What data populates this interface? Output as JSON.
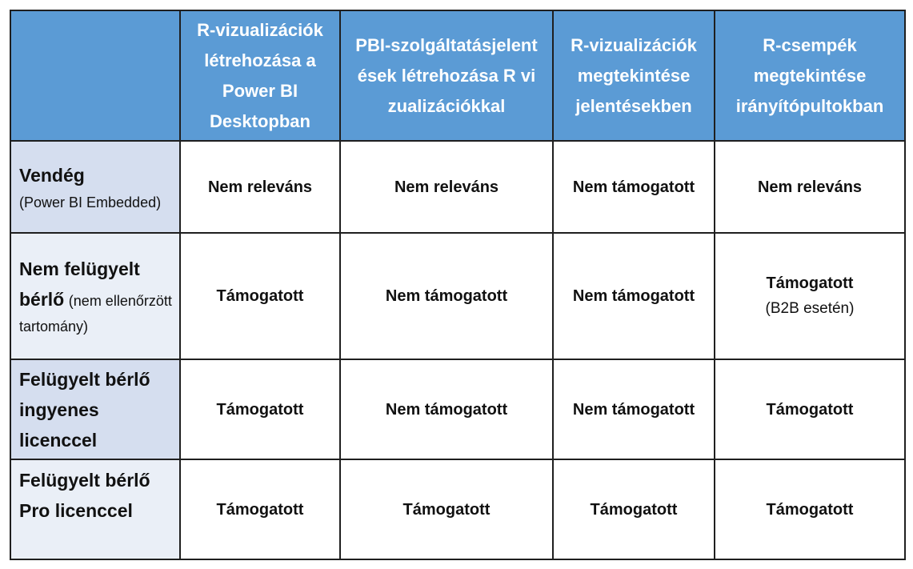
{
  "table": {
    "columns": [
      "R-vizualizációk létrehozása a Power BI Desktopban",
      "PBI-szolgáltatásjelentések létrehozása R vizualizációkkal",
      "R-vizualizációk megtekintése jelentésekben",
      "R-csempék megtekintése irányítópultokban"
    ],
    "rows": [
      {
        "label": "Vendég",
        "note": "(Power BI Embedded)",
        "cells": [
          {
            "value": "Nem releváns",
            "sub": ""
          },
          {
            "value": "Nem releváns",
            "sub": ""
          },
          {
            "value": "Nem támogatott",
            "sub": ""
          },
          {
            "value": "Nem releváns",
            "sub": ""
          }
        ]
      },
      {
        "label": "Nem felügyelt bérlő",
        "note": "(nem ellenőrzött tartomány)",
        "cells": [
          {
            "value": "Támogatott",
            "sub": ""
          },
          {
            "value": "Nem támogatott",
            "sub": ""
          },
          {
            "value": "Nem támogatott",
            "sub": ""
          },
          {
            "value": "Támogatott",
            "sub": "(B2B esetén)"
          }
        ]
      },
      {
        "label": "Felügyelt bérlő ingyenes licenccel",
        "note": "",
        "cells": [
          {
            "value": "Támogatott",
            "sub": ""
          },
          {
            "value": "Nem támogatott",
            "sub": ""
          },
          {
            "value": "Nem támogatott",
            "sub": ""
          },
          {
            "value": "Támogatott",
            "sub": ""
          }
        ]
      },
      {
        "label": "Felügyelt bérlő Pro licenccel",
        "note": "",
        "cells": [
          {
            "value": "Támogatott",
            "sub": ""
          },
          {
            "value": "Támogatott",
            "sub": ""
          },
          {
            "value": "Támogatott",
            "sub": ""
          },
          {
            "value": "Támogatott",
            "sub": ""
          }
        ]
      }
    ]
  }
}
